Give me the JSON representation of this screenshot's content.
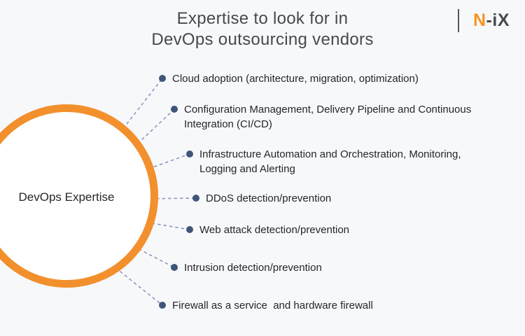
{
  "header": {
    "title_line1": "Expertise to look for in",
    "title_line2": "DevOps outsourcing vendors",
    "logo": {
      "prefix": "N",
      "suffix": "-iX"
    }
  },
  "diagram": {
    "center_label": "DevOps Expertise",
    "items": [
      {
        "label": "Cloud adoption (architecture, migration, optimization)"
      },
      {
        "label": "Configuration Management, Delivery Pipeline and Continuous\nIntegration (CI/CD)"
      },
      {
        "label": "Infrastructure Automation and Orchestration, Monitoring,\nLogging and Alerting"
      },
      {
        "label": "DDoS detection/prevention"
      },
      {
        "label": "Web attack detection/prevention"
      },
      {
        "label": "Intrusion detection/prevention"
      },
      {
        "label": "Firewall as a service  and hardware firewall"
      }
    ],
    "colors": {
      "background": "#F7F8FA",
      "circle_stroke": "#F2902D",
      "circle_fill": "#FFFFFF",
      "dot": "#3F567A",
      "dash": "#8593BB",
      "title_text": "#46494E",
      "item_text": "#24262A",
      "logo_orange": "#F7941E",
      "logo_dark": "#46494E"
    }
  }
}
